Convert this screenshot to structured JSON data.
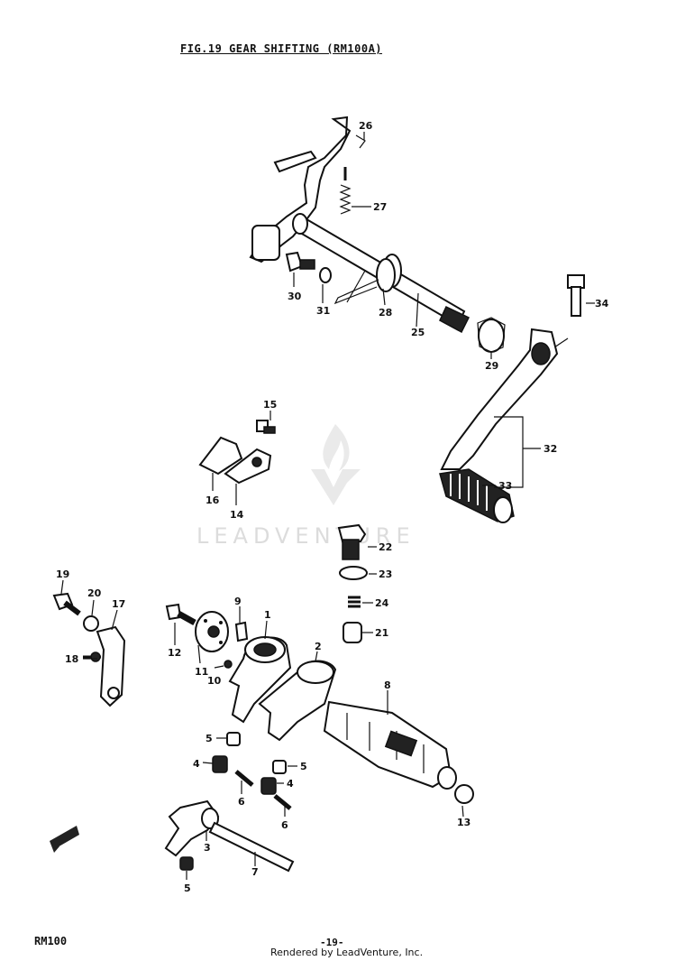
{
  "title": "FIG.19  GEAR SHIFTING (RM100A)",
  "model": "RM100",
  "page_number": "-19-",
  "credit": "Rendered by LeadVenture, Inc.",
  "watermark": "LEADVENTURE",
  "labels": {
    "p1": "1",
    "p2": "2",
    "p3": "3",
    "p4a": "4",
    "p4b": "4",
    "p5a": "5",
    "p5b": "5",
    "p5c": "5",
    "p6a": "6",
    "p6b": "6",
    "p7": "7",
    "p8": "8",
    "p9": "9",
    "p10": "10",
    "p11": "11",
    "p12": "12",
    "p13": "13",
    "p14": "14",
    "p15": "15",
    "p16": "16",
    "p17": "17",
    "p18": "18",
    "p19": "19",
    "p20": "20",
    "p21": "21",
    "p22": "22",
    "p23": "23",
    "p24": "24",
    "p25": "25",
    "p26": "26",
    "p27": "27",
    "p28": "28",
    "p29": "29",
    "p30": "30",
    "p31": "31",
    "p32": "32",
    "p33": "33",
    "p34": "34"
  }
}
